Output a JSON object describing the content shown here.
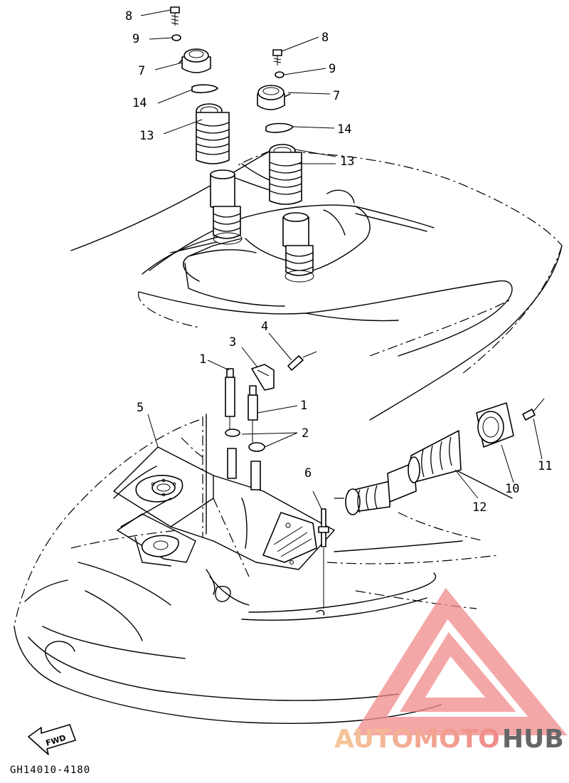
{
  "diagram": {
    "callouts": {
      "c8a": "8",
      "c9a": "9",
      "c7a": "7",
      "c14a": "14",
      "c13a": "13",
      "c8b": "8",
      "c9b": "9",
      "c7b": "7",
      "c14b": "14",
      "c13b": "13",
      "c3": "3",
      "c4": "4",
      "c1a": "1",
      "c1b": "1",
      "c5": "5",
      "c2": "2",
      "c6": "6",
      "c11": "11",
      "c10": "10",
      "c12": "12"
    },
    "fwd_label": "FWD",
    "drawing_code": "GH14010-4180"
  },
  "watermark": {
    "brand_part1": "AUTOMOTO",
    "brand_part2": "HUB",
    "color_primary": "#f08a8a",
    "color_secondary": "#f5c89a",
    "color_tertiary": "#666666"
  }
}
